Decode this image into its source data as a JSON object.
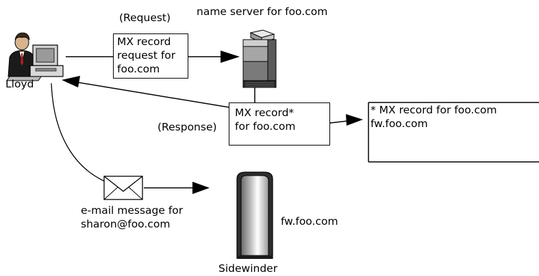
{
  "labels": {
    "name_server": "name server for foo.com",
    "request": "(Request)",
    "response": "(Response)",
    "lloyd": "Lloyd",
    "email_line1": "e-mail message for",
    "email_line2": "sharon@foo.com",
    "fw_host": "fw.foo.com",
    "sidewinder": "Sidewinder"
  },
  "request_box": {
    "line1": "MX record",
    "line2": "request for",
    "line3": "foo.com"
  },
  "response_box": {
    "line1": "MX record*",
    "line2": "for foo.com"
  },
  "note_box": {
    "line1": "* MX record for foo.com",
    "line2": "fw.foo.com"
  },
  "icons": {
    "user": "user-at-computer-icon",
    "server": "name-server-icon",
    "email": "envelope-icon",
    "firewall": "firewall-tower-icon"
  }
}
